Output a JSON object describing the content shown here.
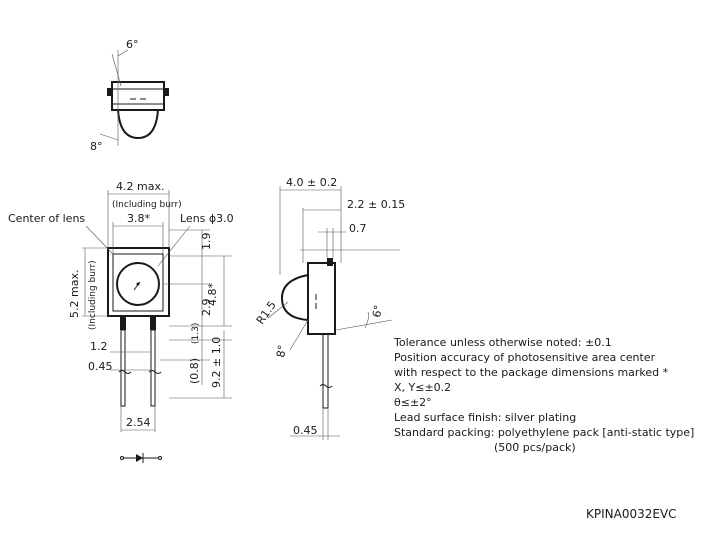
{
  "top_view": {
    "angle_top": "6°",
    "angle_bottom": "8°"
  },
  "front_view": {
    "width_max": "4.2 max.",
    "width_burr": "(Including burr)",
    "center_of_lens": "Center of lens",
    "lens_width": "3.8*",
    "lens_dia": "Lens ϕ3.0",
    "height_max": "5.2 max.",
    "height_burr": "(Including burr)",
    "dim_1_9": "1.9",
    "dim_2_9": "2.9",
    "dim_4_8": "4.8*",
    "dim_1_3": "(1.3)",
    "dim_0_8": "(0.8)",
    "dim_9_2": "9.2 ± 1.0",
    "dim_1_2": "1.2",
    "dim_0_45": "0.45",
    "dim_2_54": "2.54"
  },
  "side_view": {
    "dim_4_0": "4.0 ± 0.2",
    "dim_2_2": "2.2 ± 0.15",
    "dim_0_7": "0.7",
    "dim_r1_5": "R1.5",
    "angle_6": "6°",
    "angle_8": "8°",
    "dim_0_45": "0.45"
  },
  "notes": [
    "Tolerance unless otherwise noted: ±0.1",
    "Position accuracy of photosensitive area center",
    "with respect to the package dimensions marked *",
    "X, Y≤±0.2",
    "θ≤±2°",
    "Lead surface finish: silver plating",
    "Standard packing: polyethylene pack [anti-static type]",
    "(500 pcs/pack)"
  ],
  "drawing_code": "KPINA0032EVC"
}
